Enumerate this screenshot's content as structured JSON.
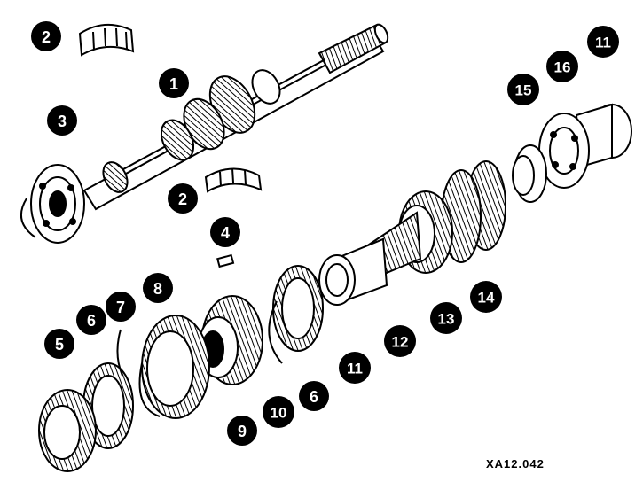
{
  "diagram": {
    "reference_code": "XA12.042",
    "callouts": [
      {
        "id": "c2a",
        "label": "2"
      },
      {
        "id": "c1",
        "label": "1"
      },
      {
        "id": "c3",
        "label": "3"
      },
      {
        "id": "c2b",
        "label": "2"
      },
      {
        "id": "c4",
        "label": "4"
      },
      {
        "id": "c11a",
        "label": "11"
      },
      {
        "id": "c16",
        "label": "16"
      },
      {
        "id": "c15",
        "label": "15"
      },
      {
        "id": "c14",
        "label": "14"
      },
      {
        "id": "c13",
        "label": "13"
      },
      {
        "id": "c12",
        "label": "12"
      },
      {
        "id": "c11b",
        "label": "11"
      },
      {
        "id": "c8",
        "label": "8"
      },
      {
        "id": "c7",
        "label": "7"
      },
      {
        "id": "c6a",
        "label": "6"
      },
      {
        "id": "c5",
        "label": "5"
      },
      {
        "id": "c9",
        "label": "9"
      },
      {
        "id": "c10",
        "label": "10"
      },
      {
        "id": "c6b",
        "label": "6"
      }
    ]
  }
}
